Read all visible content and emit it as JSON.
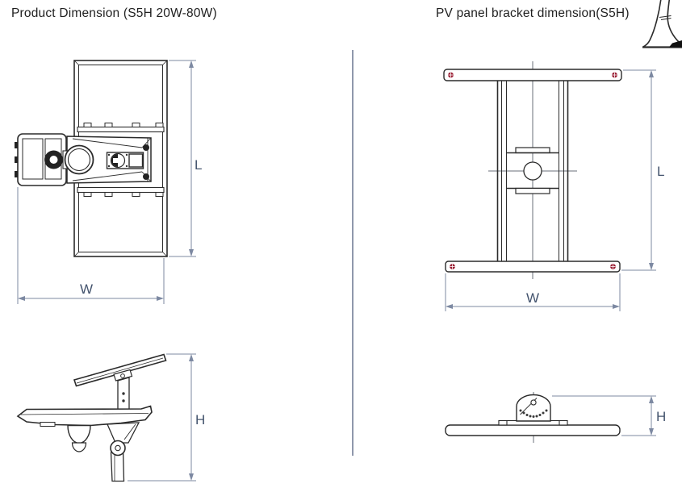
{
  "titles": {
    "left": "Product Dimension (S5H 20W-80W)",
    "right": "PV panel bracket dimension(S5H)"
  },
  "product_dimension": {
    "top_view": {
      "length_label": "L",
      "width_label": "W"
    },
    "side_view": {
      "height_label": "H"
    }
  },
  "bracket_dimension": {
    "top_view": {
      "length_label": "L",
      "width_label": "W"
    },
    "side_view": {
      "height_label": "H"
    }
  },
  "icons": {
    "screw_head": "screw-head-icon",
    "pole_base": "pole-base-fragment"
  },
  "colors": {
    "drawing_line": "#2b2b2b",
    "centerline": "#6a6f78",
    "dimension_line": "#7d89a2",
    "dimension_label": "#44546e",
    "screw_accent": "#9b2136",
    "divider": "#8f98ac",
    "background": "#ffffff"
  }
}
